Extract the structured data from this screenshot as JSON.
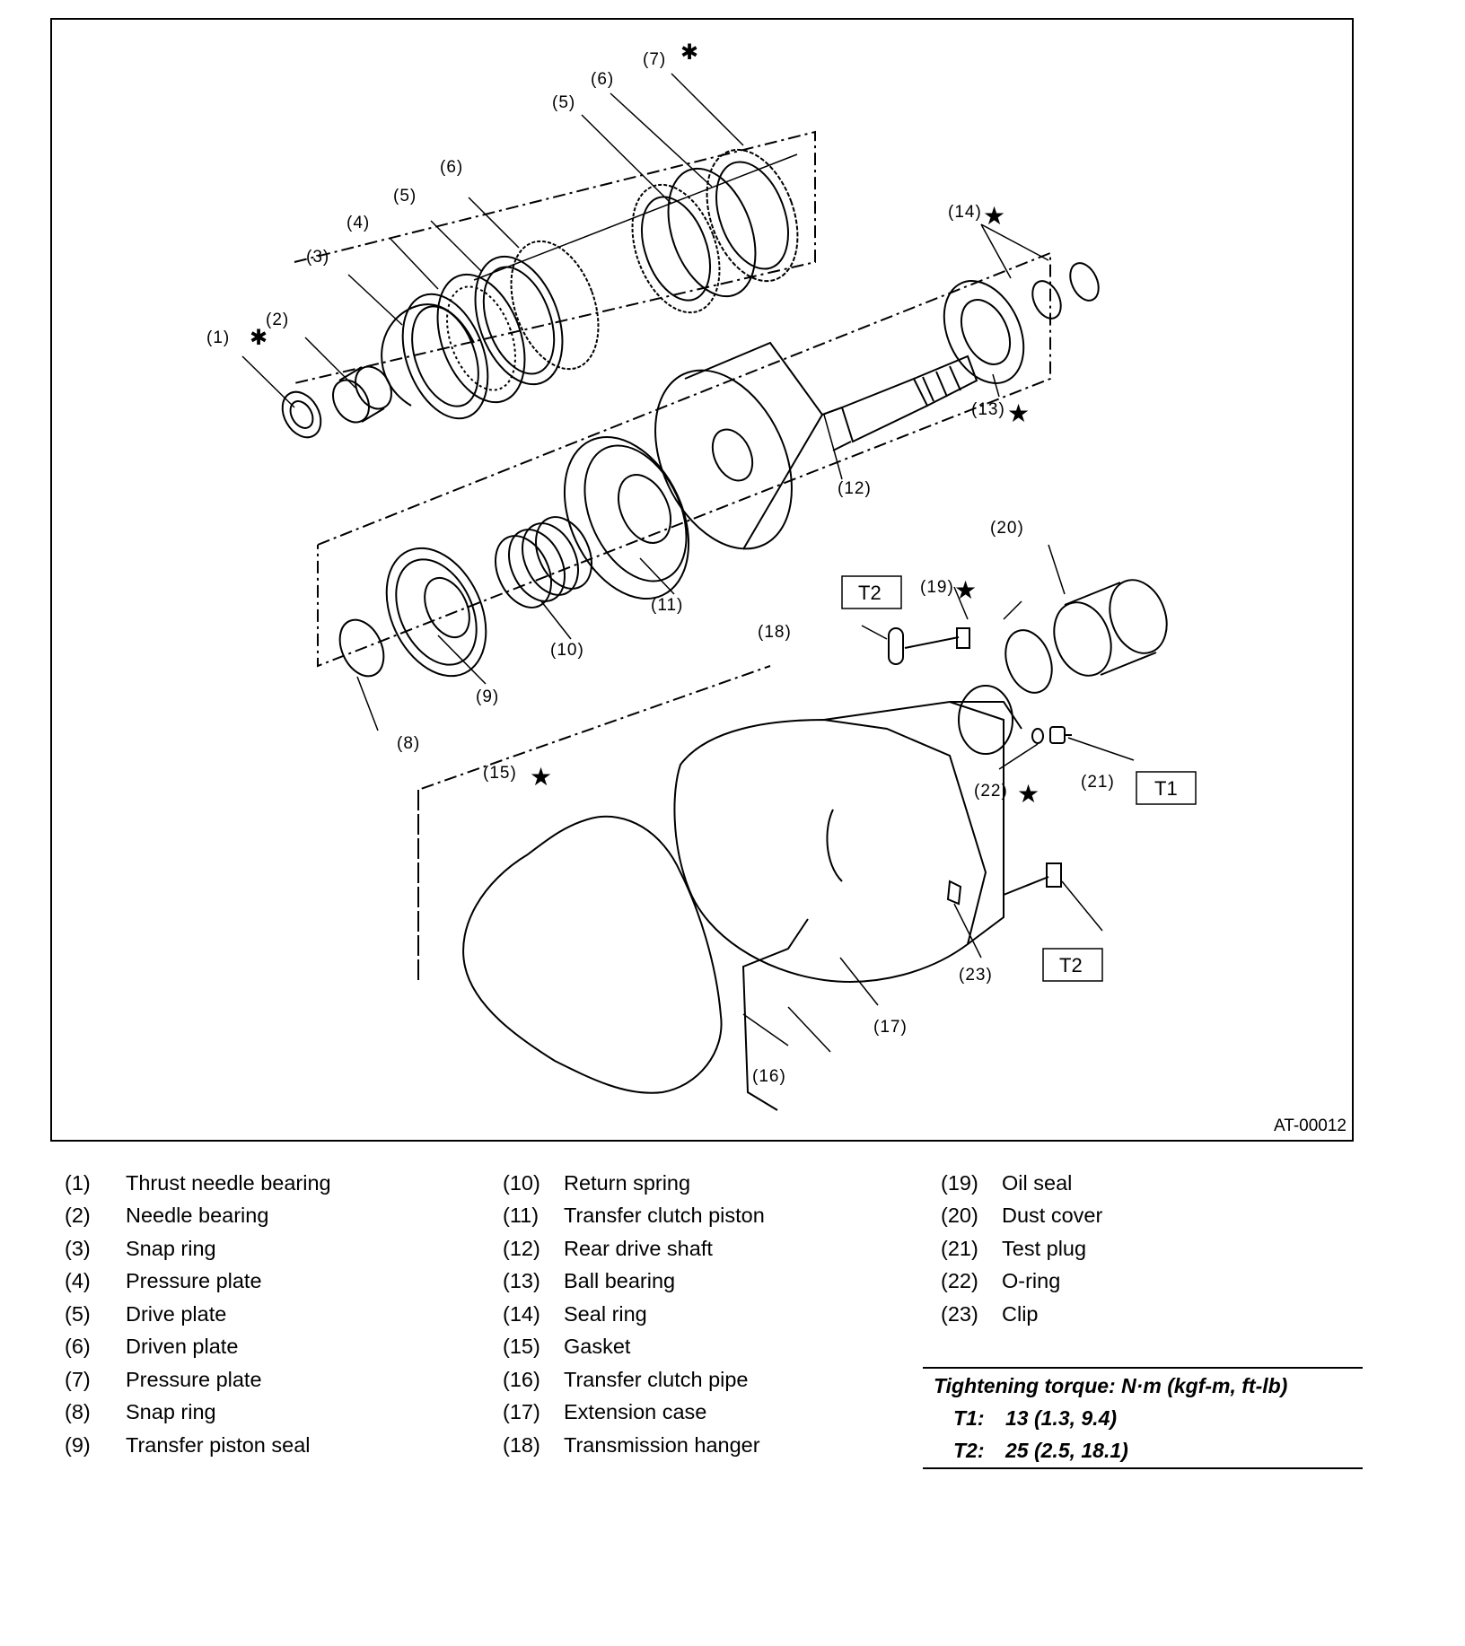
{
  "figure": {
    "id": "AT-00012",
    "callouts": [
      "(1)",
      "(2)",
      "(3)",
      "(4)",
      "(5)",
      "(6)",
      "(5)",
      "(6)",
      "(7)",
      "(8)",
      "(9)",
      "(10)",
      "(11)",
      "(12)",
      "(13)",
      "(14)",
      "(15)",
      "(16)",
      "(17)",
      "(18)",
      "(19)",
      "(20)",
      "(21)",
      "(22)",
      "(23)"
    ],
    "torque_tags": [
      "T2",
      "T1",
      "T2"
    ]
  },
  "parts": [
    {
      "num": "(1)",
      "name": "Thrust needle bearing"
    },
    {
      "num": "(2)",
      "name": "Needle bearing"
    },
    {
      "num": "(3)",
      "name": "Snap ring"
    },
    {
      "num": "(4)",
      "name": "Pressure plate"
    },
    {
      "num": "(5)",
      "name": "Drive plate"
    },
    {
      "num": "(6)",
      "name": "Driven plate"
    },
    {
      "num": "(7)",
      "name": "Pressure plate"
    },
    {
      "num": "(8)",
      "name": "Snap ring"
    },
    {
      "num": "(9)",
      "name": "Transfer piston seal"
    },
    {
      "num": "(10)",
      "name": "Return spring"
    },
    {
      "num": "(11)",
      "name": "Transfer clutch piston"
    },
    {
      "num": "(12)",
      "name": "Rear drive shaft"
    },
    {
      "num": "(13)",
      "name": "Ball bearing"
    },
    {
      "num": "(14)",
      "name": "Seal ring"
    },
    {
      "num": "(15)",
      "name": "Gasket"
    },
    {
      "num": "(16)",
      "name": "Transfer clutch pipe"
    },
    {
      "num": "(17)",
      "name": "Extension case"
    },
    {
      "num": "(18)",
      "name": "Transmission hanger"
    },
    {
      "num": "(19)",
      "name": "Oil seal"
    },
    {
      "num": "(20)",
      "name": "Dust cover"
    },
    {
      "num": "(21)",
      "name": "Test plug"
    },
    {
      "num": "(22)",
      "name": "O-ring"
    },
    {
      "num": "(23)",
      "name": "Clip"
    }
  ],
  "torque": {
    "title": "Tightening torque: N·m (kgf-m, ft-lb)",
    "rows": [
      {
        "key": "T1:",
        "value": "13 (1.3, 9.4)"
      },
      {
        "key": "T2:",
        "value": "25 (2.5, 18.1)"
      }
    ]
  }
}
